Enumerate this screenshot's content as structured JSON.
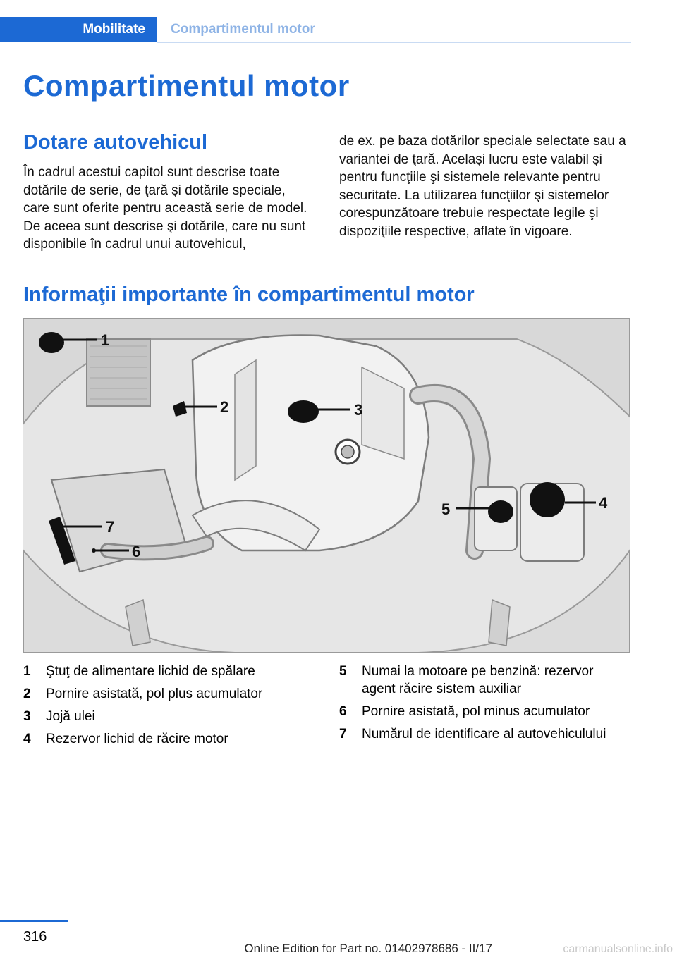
{
  "header": {
    "active_tab": "Mobilitate",
    "inactive_tab": "Compartimentul motor"
  },
  "page_title": "Compartimentul motor",
  "section1": {
    "title": "Dotare autovehicul",
    "col1": "În cadrul acestui capitol sunt descrise toate dotările de serie, de ţară şi dotările speciale, care sunt oferite pentru această serie de model. De aceea sunt descrise şi dotările, care nu sunt disponibile în cadrul unui autovehicul,",
    "col2": "de ex. pe baza dotărilor speciale selectate sau a variantei de ţară. Acelaşi lucru este valabil şi pentru funcţiile şi sistemele relevante pentru securitate. La utilizarea funcţiilor şi sistemelor corespunzătoare trebuie respectate legile şi dispoziţiile respective, aflate în vigoare."
  },
  "section2": {
    "title": "Informaţii importante în compartimentul motor"
  },
  "figure": {
    "callouts": [
      "1",
      "2",
      "3",
      "4",
      "5",
      "6",
      "7"
    ]
  },
  "legend": {
    "left": [
      {
        "num": "1",
        "text": "Ştuţ de alimentare lichid de spălare"
      },
      {
        "num": "2",
        "text": "Pornire asistată, pol plus acumulator"
      },
      {
        "num": "3",
        "text": "Jojă ulei"
      },
      {
        "num": "4",
        "text": "Rezervor lichid de răcire motor"
      }
    ],
    "right": [
      {
        "num": "5",
        "text": "Numai la motoare pe benzină: rezervor agent răcire sistem auxiliar"
      },
      {
        "num": "6",
        "text": "Pornire asistată, pol minus acumulator"
      },
      {
        "num": "7",
        "text": "Numărul de identificare al autovehiculului"
      }
    ]
  },
  "footer": {
    "page_number": "316",
    "edition": "Online Edition for Part no. 01402978686 - II/17",
    "watermark": "carmanualsonline.info"
  }
}
